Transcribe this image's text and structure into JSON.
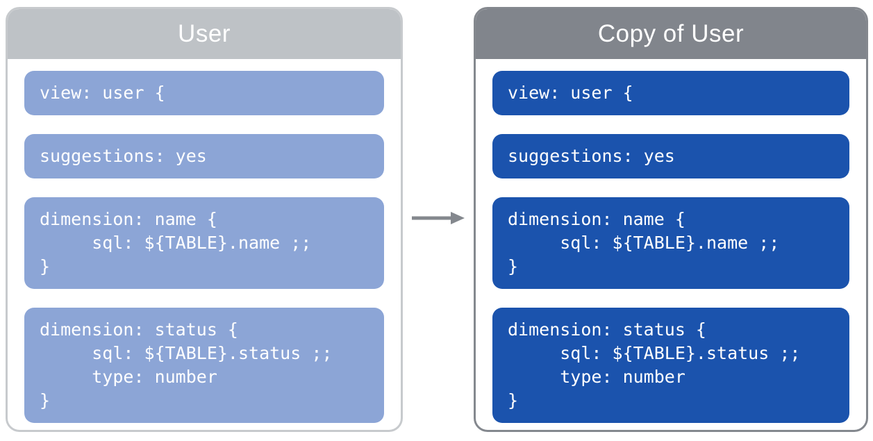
{
  "left_panel": {
    "title": "User",
    "blocks": [
      {
        "lines": [
          "view: user {"
        ]
      },
      {
        "lines": [
          "suggestions: yes"
        ]
      },
      {
        "lines": [
          "dimension: name {",
          "     sql: ${TABLE}.name ;;",
          "}"
        ]
      },
      {
        "lines": [
          "dimension: status {",
          "     sql: ${TABLE}.status ;;",
          "     type: number",
          "}"
        ]
      }
    ]
  },
  "right_panel": {
    "title": "Copy of User",
    "blocks": [
      {
        "lines": [
          "view: user {"
        ]
      },
      {
        "lines": [
          "suggestions: yes"
        ]
      },
      {
        "lines": [
          "dimension: name {",
          "     sql: ${TABLE}.name ;;",
          "}"
        ]
      },
      {
        "lines": [
          "dimension: status {",
          "     sql: ${TABLE}.status ;;",
          "     type: number",
          "}"
        ]
      }
    ]
  },
  "arrow": {
    "name": "copy-direction-arrow",
    "direction": "right"
  },
  "colors": {
    "left_header_bg": "#bec2c6",
    "left_panel_border": "#c7cacd",
    "left_block_bg": "#8ca5d6",
    "right_header_bg": "#81858c",
    "right_panel_border": "#84888e",
    "right_block_bg": "#1b53ad",
    "code_text": "#ffffff",
    "title_text": "#ffffff",
    "arrow": "#84888e",
    "panel_body_bg": "#ffffff"
  }
}
